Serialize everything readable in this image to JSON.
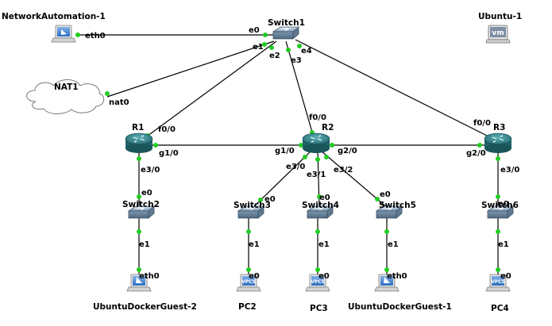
{
  "nodes": {
    "netauto": "NetworkAutomation-1",
    "ubuntu1": "Ubuntu-1",
    "switch1": "Switch1",
    "nat1": "NAT1",
    "r1": "R1",
    "r2": "R2",
    "r3": "R3",
    "switch2": "Switch2",
    "switch3": "Switch3",
    "switch4": "Switch4",
    "switch5": "Switch5",
    "switch6": "Switch6",
    "udg2": "UbuntuDockerGuest-2",
    "pc2": "PC2",
    "pc3": "PC3",
    "udg1": "UbuntuDockerGuest-1",
    "pc4": "PC4"
  },
  "icons": {
    "vm_text": "vm",
    "vpcs_text": "VPCS"
  },
  "ports": {
    "netauto_eth0": "eth0",
    "sw1_e0": "e0",
    "sw1_e1": "e1",
    "sw1_e2": "e2",
    "sw1_e3": "e3",
    "sw1_e4": "e4",
    "nat_nat0": "nat0",
    "r1_f00": "f0/0",
    "r1_g10": "g1/0",
    "r1_e30": "e3/0",
    "r2_f00": "f0/0",
    "r2_g10": "g1/0",
    "r2_g20": "g2/0",
    "r2_e30": "e3/0",
    "r2_e31": "e3/1",
    "r2_e32": "e3/2",
    "r3_f00": "f0/0",
    "r3_g20": "g2/0",
    "r3_e30": "e3/0",
    "sw2_e0": "e0",
    "sw2_e1": "e1",
    "sw3_e0": "e0",
    "sw3_e1": "e1",
    "sw4_e0": "e0",
    "sw4_e1": "e1",
    "sw5_e0": "e0",
    "sw5_e1": "e1",
    "sw6_e0": "e0",
    "sw6_e1": "e1",
    "udg2_eth0": "eth0",
    "pc2_e0": "e0",
    "pc3_e0": "e0",
    "udg1_eth0": "eth0",
    "pc4_e0": "e0"
  },
  "colors": {
    "link_up": "#22cc22",
    "router": "#2f7f86",
    "switch": "#8aa9c4",
    "cloud": "#ffffff"
  }
}
